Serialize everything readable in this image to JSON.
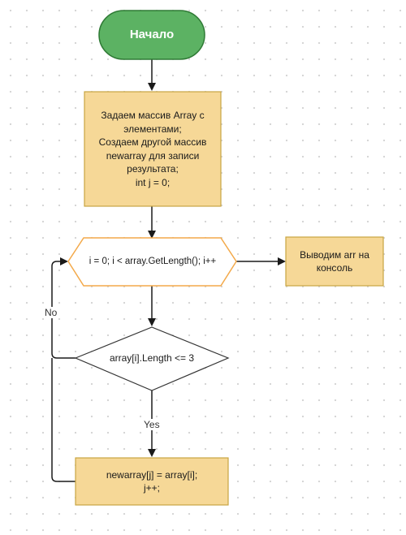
{
  "diagram": {
    "colors": {
      "start_fill": "#5cb263",
      "start_stroke": "#2f7a35",
      "process_fill": "#f6d897",
      "process_stroke": "#c9a542",
      "loop_stroke": "#f3a94a",
      "decision_stroke": "#333333",
      "edge": "#1a1a1a"
    },
    "nodes": {
      "start": {
        "label": "Начало"
      },
      "init": {
        "lines": [
          "Задаем массив Array с",
          "элементами;",
          "Создаем другой массив",
          "newarray для записи",
          "результата;",
          "int j = 0;"
        ]
      },
      "loop": {
        "label": "i = 0; i < array.GetLength(); i++"
      },
      "output": {
        "lines": [
          "Выводим arr на",
          "консоль"
        ]
      },
      "condition": {
        "label": "array[i].Length <= 3"
      },
      "assign": {
        "lines": [
          "newarray[j] = array[i];",
          "j++;"
        ]
      }
    },
    "edges": {
      "yes_label": "Yes",
      "no_label": "No"
    }
  }
}
